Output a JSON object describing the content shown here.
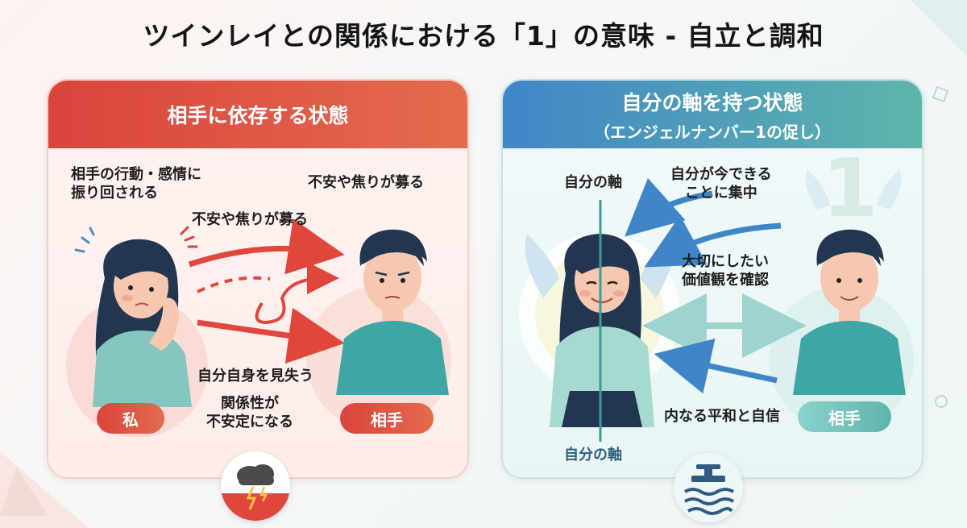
{
  "title": "ツインレイとの関係における「1」の意味 - 自立と調和",
  "left_panel": {
    "header": "相手に依存する状態",
    "labels": {
      "swayed": "相手の行動・感情に\n振り回される",
      "anxiety_top": "不安や焦りが募る",
      "anxiety_mid": "不安や焦りが募る",
      "lose_self": "自分自身を見失う",
      "unstable": "関係性が\n不安定になる"
    },
    "pill_self": "私",
    "pill_partner": "相手",
    "badge_icon": "storm-cloud-icon",
    "colors": {
      "accent": "#d9443c",
      "arrow": "#e0463c"
    }
  },
  "right_panel": {
    "header": "自分の軸を持つ状態",
    "subheader": "（エンジェルナンバー1の促し）",
    "labels": {
      "axis_top": "自分の軸",
      "axis_bottom": "自分の軸",
      "focus": "自分が今できる\nことに集中",
      "values": "大切にしたい\n価値観を確認",
      "peace": "内なる平和と自信"
    },
    "pill_partner": "相手",
    "badge_icon": "calm-water-icon",
    "numeral": "1",
    "colors": {
      "accent": "#3f86c8",
      "teal": "#5fb5aa"
    }
  }
}
